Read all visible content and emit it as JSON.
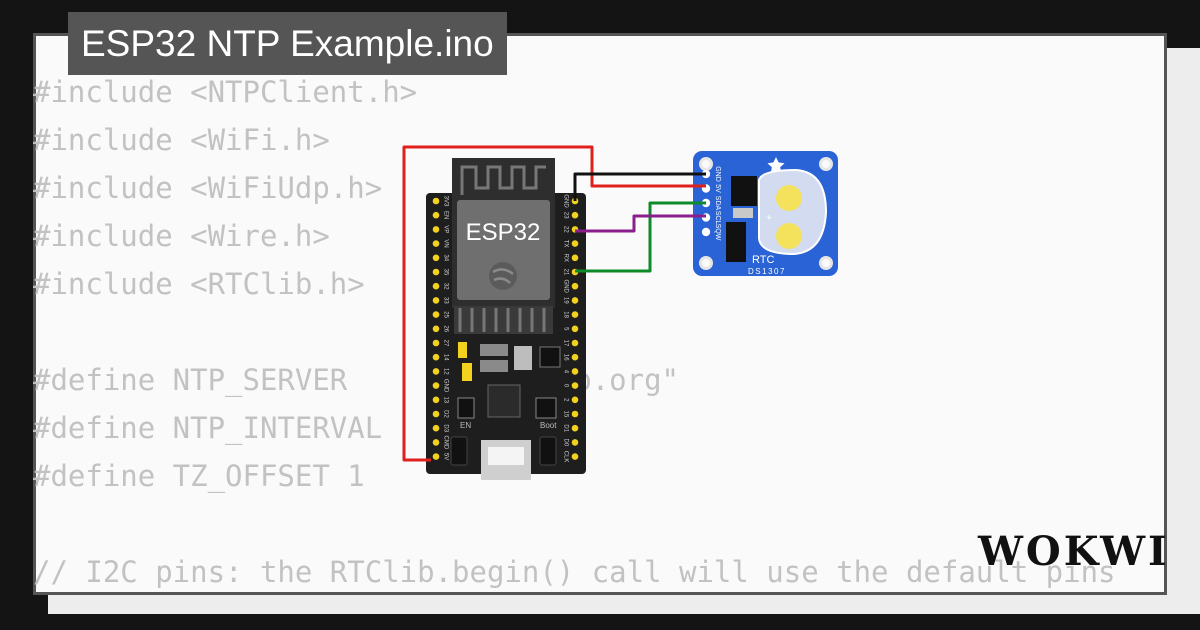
{
  "project": {
    "title": "ESP32 NTP Example.ino"
  },
  "code": {
    "lines": [
      "#include <NTPClient.h>",
      "#include <WiFi.h>",
      "#include <WiFiUdp.h>",
      "#include <Wire.h>",
      "#include <RTClib.h>",
      "",
      "#define NTP_SERVER     \"pool.ntp.org\"",
      "#define NTP_INTERVAL   60000",
      "#define TZ_OFFSET 1",
      "",
      "// I2C pins: the RTClib.begin() call will use the default pins"
    ]
  },
  "diagram": {
    "board": {
      "name": "ESP32",
      "en_label": "EN",
      "boot_label": "Boot",
      "left_pins": [
        "3V3",
        "EN",
        "VP",
        "VN",
        "34",
        "35",
        "32",
        "33",
        "25",
        "26",
        "27",
        "14",
        "12",
        "GND",
        "13",
        "D2",
        "D3",
        "CMD",
        "5V"
      ],
      "right_pins": [
        "GND",
        "23",
        "22",
        "TX",
        "RX",
        "21",
        "GND",
        "19",
        "18",
        "5",
        "17",
        "16",
        "4",
        "0",
        "2",
        "15",
        "D1",
        "D0",
        "CLK"
      ]
    },
    "rtc": {
      "name": "RTC",
      "chip": "DS1307",
      "pins": [
        "GND",
        "5V",
        "SDA",
        "SCL",
        "SQW"
      ]
    },
    "colors": {
      "board": "#1e1e1e",
      "module": "#2e2e2e",
      "pin": "#f2d21e",
      "rtc_board": "#2a63d6",
      "battery": "#f4e25c",
      "wire_gnd": "#111111",
      "wire_vcc": "#e0201c",
      "wire_sda": "#0f8a2a",
      "wire_scl": "#8a1f8c"
    }
  },
  "brand": {
    "logo": "WOKWI"
  }
}
